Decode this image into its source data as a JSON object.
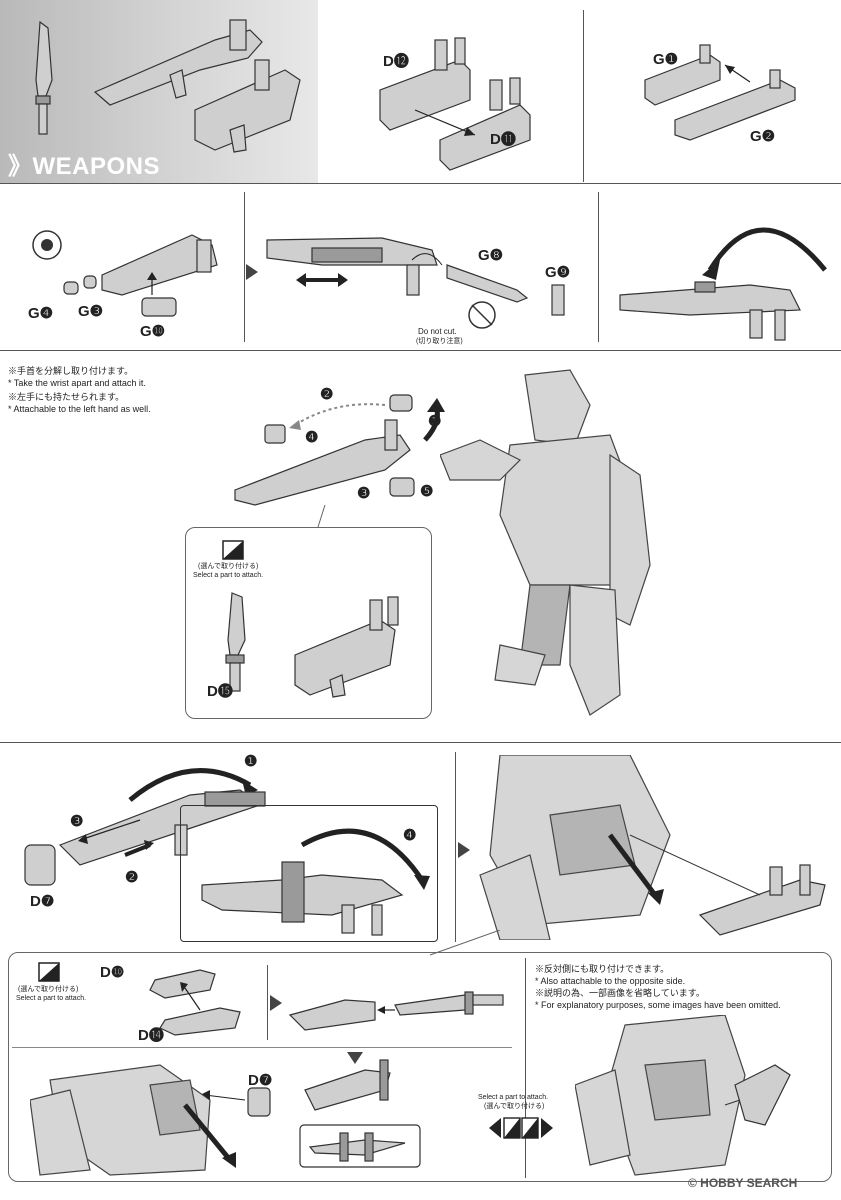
{
  "section_title": "》WEAPONS",
  "step1": {
    "labels": {
      "d12": "D⓬",
      "d11": "D⓫",
      "g1": "G❶",
      "g2": "G❷"
    }
  },
  "step2": {
    "labels": {
      "g4": "G❹",
      "g3": "G❸",
      "g10": "G❿",
      "g8": "G❽",
      "g9": "G❾"
    },
    "do_not_cut": "Do not cut.",
    "do_not_cut_jp": "(切り取り注意)"
  },
  "step3": {
    "notes": [
      "※手首を分解し取り付けます。",
      "* Take the wrist apart and attach it.",
      "※左手にも持たせられます。",
      "* Attachable to the left hand as well."
    ],
    "numbers": [
      "❶",
      "❷",
      "❸",
      "❹",
      "❺"
    ],
    "select_jp": "(選んで取り付ける)",
    "select_en": "Select a part to attach.",
    "d15": "D⓯"
  },
  "step4": {
    "numbers": [
      "❶",
      "❷",
      "❸",
      "❹"
    ],
    "d7": "D❼"
  },
  "step5": {
    "select_jp": "(選んで取り付ける)",
    "select_en": "Select a part to attach.",
    "d10": "D❿",
    "d14": "D⓮",
    "d7": "D❼",
    "notes": [
      "※反対側にも取り付けできます。",
      "* Also attachable to the opposite side.",
      "※説明の為、一部画像を省略しています。",
      "* For explanatory purposes, some images have been omitted."
    ],
    "select_center_en": "Select a part to attach.",
    "select_center_jp": "(選んで取り付ける)"
  },
  "watermark": "© HOBBY SEARCH",
  "colors": {
    "banner": "#c8c8c8",
    "line": "#555555",
    "part": "#cfcfcf",
    "dark_part": "#9a9a9a"
  }
}
